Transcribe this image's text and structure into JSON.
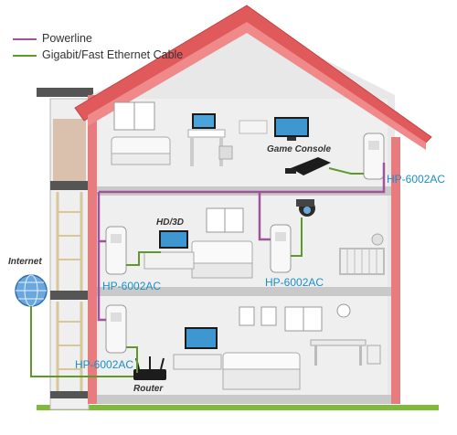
{
  "legend": {
    "items": [
      {
        "label": "Powerline",
        "color": "#a0529a"
      },
      {
        "label": "Gigabit/Fast Ethernet Cable",
        "color": "#5d9a2b"
      }
    ]
  },
  "labels": {
    "game_console": "Game Console",
    "hd3d": "HD/3D",
    "internet": "Internet",
    "router": "Router",
    "adapter_top": "HP-6002AC",
    "adapter_mid_left": "HP-6002AC",
    "adapter_mid_right": "HP-6002AC",
    "adapter_bottom": "HP-6002AC"
  },
  "colors": {
    "powerline": "#a0529a",
    "ethernet": "#5d9a2b",
    "roof": "#e05a5c",
    "wall": "#eaeaea",
    "floor": "#c8c8c8",
    "model_text": "#1a8fc9"
  },
  "icons": [
    "globe-icon",
    "router-icon",
    "powerline-adapter-icon",
    "tv-icon",
    "monitor-icon",
    "game-console-icon",
    "camera-icon",
    "crib-icon",
    "sofa-icon",
    "bed-icon",
    "window-icon"
  ]
}
